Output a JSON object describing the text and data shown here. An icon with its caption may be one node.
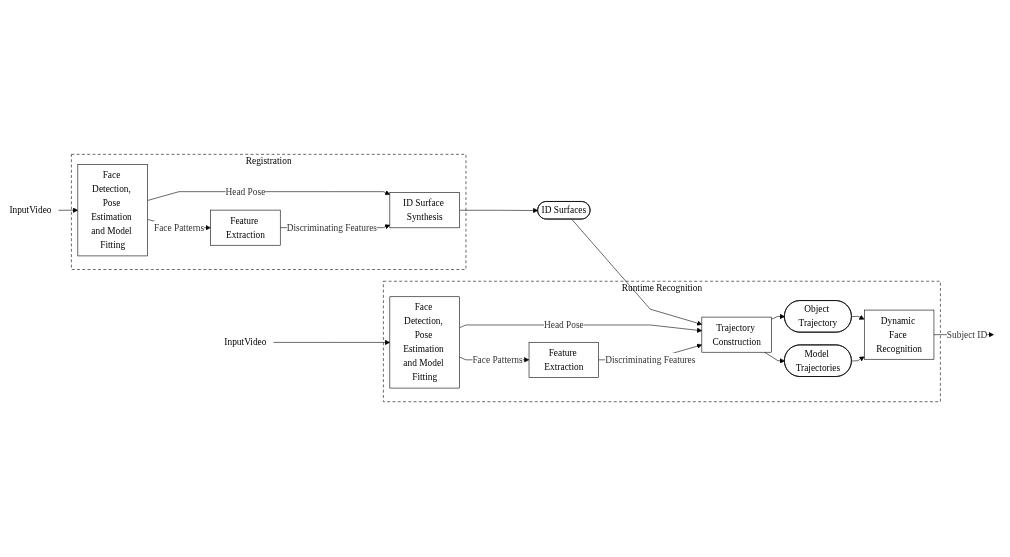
{
  "diagram": {
    "nodes": [
      {
        "text": [
          "Registration"
        ]
      },
      {
        "text": [
          "InputVideo"
        ]
      },
      {
        "text": [
          "Face Detection, Pose Estimation and Model Fitting"
        ],
        "in": 0
      },
      {
        "text": [
          "Feature Extraction"
        ],
        "in": 0
      },
      {
        "text": [
          "ID Surface Synthesis"
        ],
        "in": 0
      },
      {
        "text": [
          "ID Surfaces"
        ]
      },
      {
        "text": [
          "Runtime Recognition"
        ]
      },
      {
        "text": [
          "InputVideo"
        ]
      },
      {
        "text": [
          "Face Detection, Pose Estimation and Model Fitting"
        ],
        "in": 6
      },
      {
        "text": [
          "Feature Extraction"
        ],
        "in": 6
      },
      {
        "text": [
          "Trajectory Construction"
        ],
        "in": 6
      },
      {
        "text": [
          "Object Trajectory"
        ],
        "in": 6
      },
      {
        "text": [
          "Model Trajectories"
        ],
        "in": 6
      },
      {
        "text": [
          "Dynamic Face Recognition"
        ],
        "in": 6
      }
    ],
    "edges": [
      {
        "from": 1,
        "to": 2,
        "arrow": "to"
      },
      {
        "from": 2,
        "to": 4,
        "arrow": "to",
        "label": "Head Pose"
      },
      {
        "from": 2,
        "to": 3,
        "arrow": "to",
        "label": "Face Patterns"
      },
      {
        "from": 3,
        "to": 4,
        "arrow": "to",
        "label": "Discriminating Features"
      },
      {
        "from": 4,
        "to": 5,
        "arrow": "to"
      },
      {
        "from": 5,
        "to": 10,
        "arrow": "to"
      },
      {
        "from": 7,
        "to": 8,
        "arrow": "to"
      },
      {
        "from": 8,
        "to": 10,
        "arrow": "to",
        "label": "Head Pose"
      },
      {
        "from": 8,
        "to": 9,
        "arrow": "to",
        "label": "Face Patterns"
      },
      {
        "from": 9,
        "to": 10,
        "arrow": "to",
        "label": "Discriminating Features"
      },
      {
        "from": 10,
        "to": 11,
        "arrow": "to"
      },
      {
        "from": 10,
        "to": 12,
        "arrow": "to"
      },
      {
        "from": 11,
        "to": 13,
        "arrow": "to"
      },
      {
        "from": 12,
        "to": 13,
        "arrow": "to"
      },
      {
        "from": 13,
        "to": null,
        "arrow": "to",
        "label": "Subject ID"
      }
    ]
  }
}
